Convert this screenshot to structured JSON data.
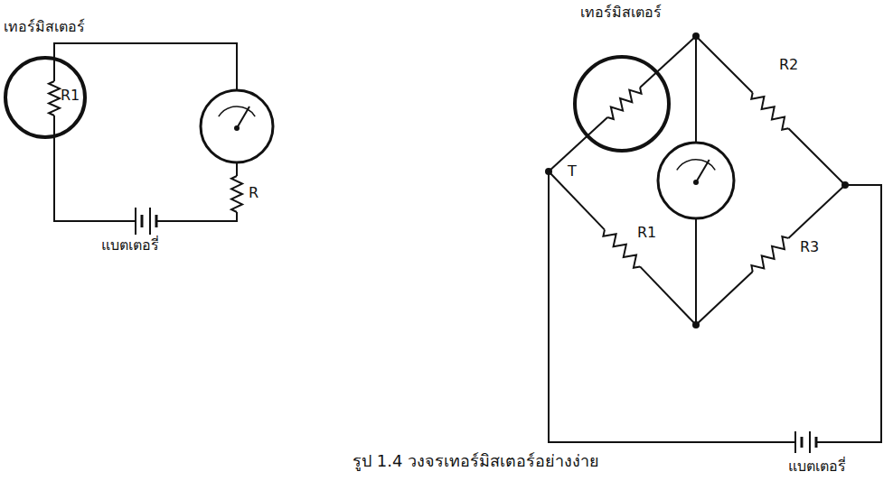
{
  "diagram": {
    "caption": "รูป 1.4 วงจรเทอร์มิสเตอร์อย่างง่าย",
    "nodes": [
      {
        "text": [
          "เทอร์มิสเตอร์",
          "R1"
        ]
      },
      {
        "text": [
          "เทอร์มิสเตอร์"
        ]
      }
    ],
    "labels": [
      "R",
      "แบตเตอรี่",
      "T",
      "R1",
      "R2",
      "R3",
      "แบตเตอรี่"
    ]
  }
}
